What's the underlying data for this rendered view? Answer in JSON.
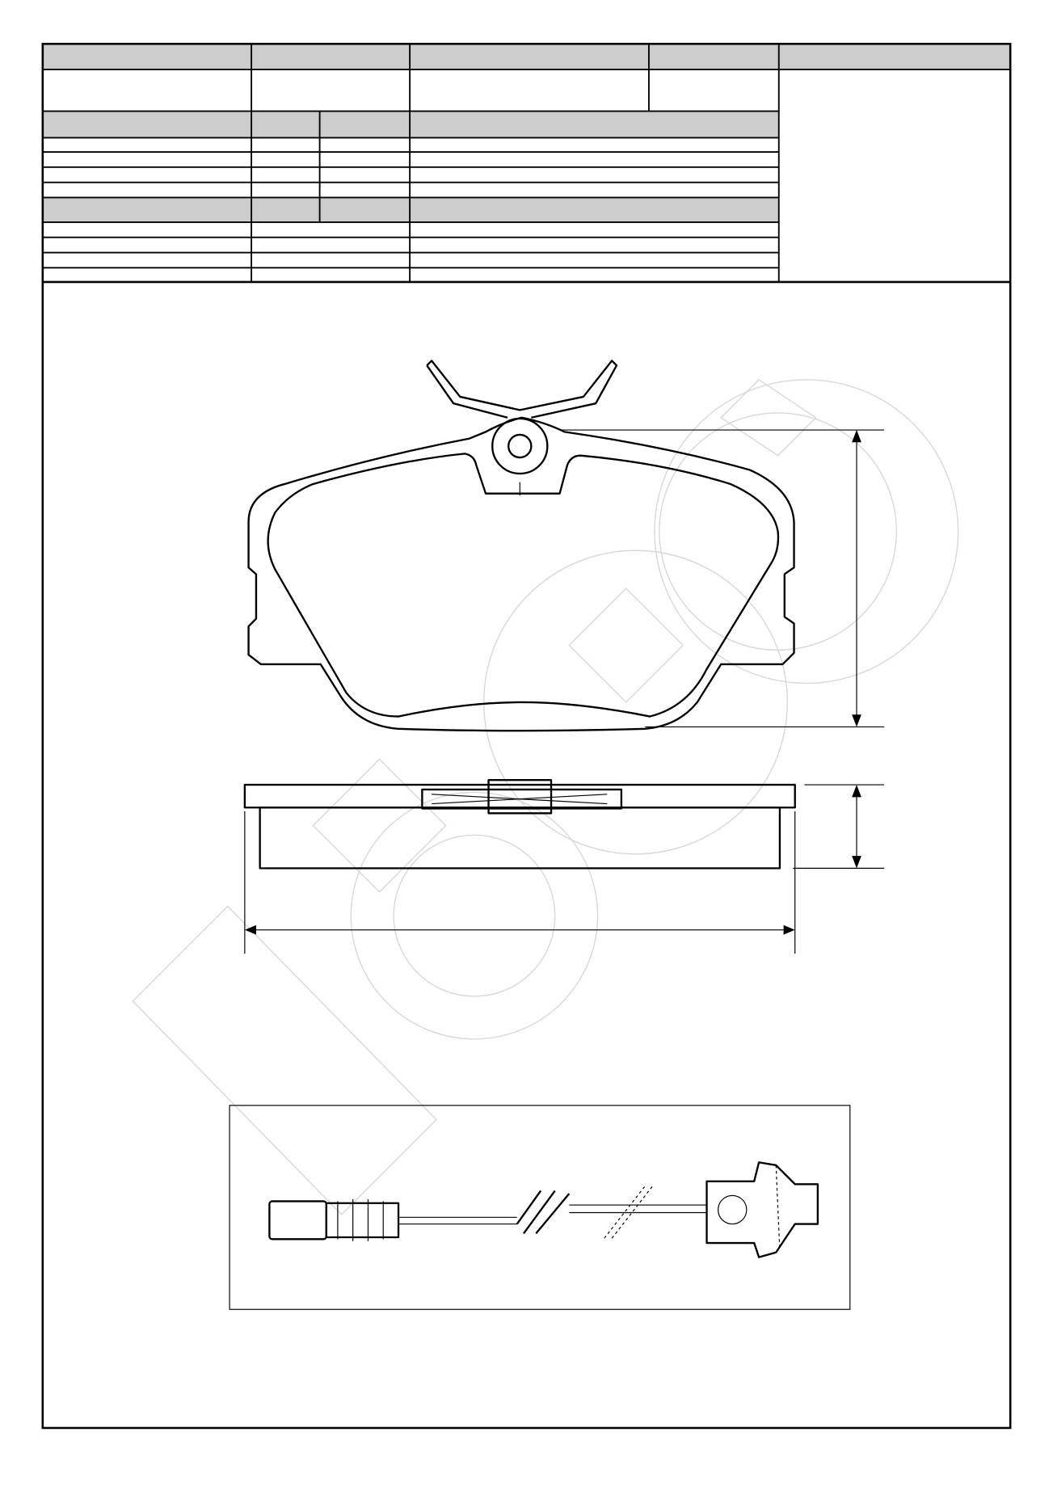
{
  "drawing": {
    "title_block": {
      "header_cells": [
        "",
        "",
        "",
        "",
        ""
      ]
    },
    "views": [
      "front-view",
      "side-view",
      "wear-sensor"
    ]
  }
}
